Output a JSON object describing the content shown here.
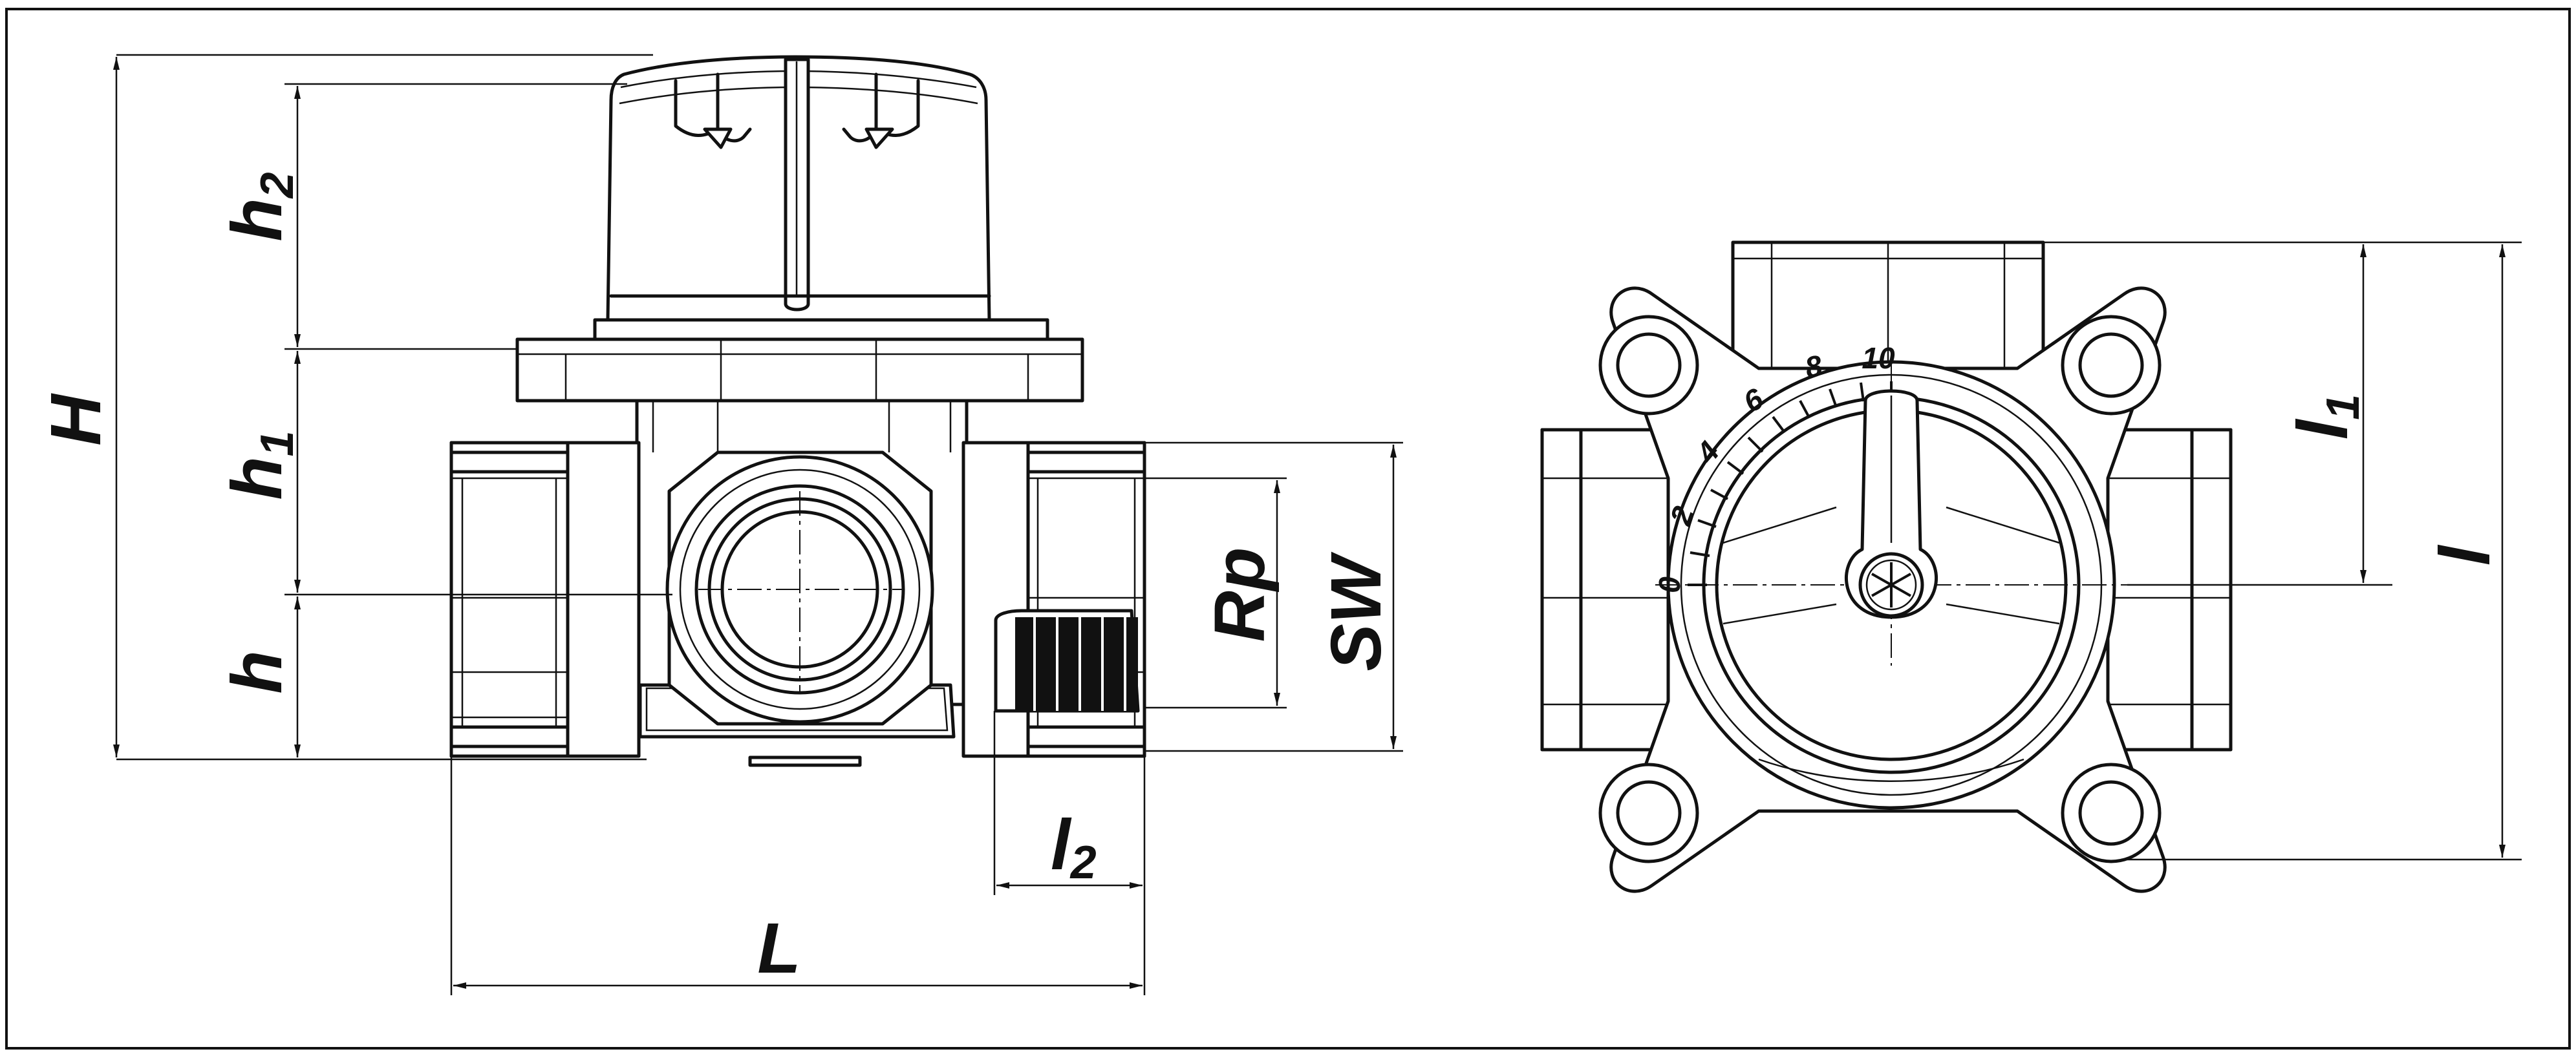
{
  "labels": {
    "H": "H",
    "h2_main": "h",
    "h2_sub": "2",
    "h1_main": "h",
    "h1_sub": "1",
    "h": "h",
    "Rp": "Rp",
    "SW": "SW",
    "l2_main": "l",
    "l2_sub": "2",
    "L": "L",
    "l1_main": "l",
    "l1_sub": "1",
    "l": "l"
  },
  "scale_numbers": [
    "0",
    "2",
    "4",
    "6",
    "8",
    "10"
  ],
  "colors": {
    "line": "#111111",
    "background": "#ffffff"
  }
}
